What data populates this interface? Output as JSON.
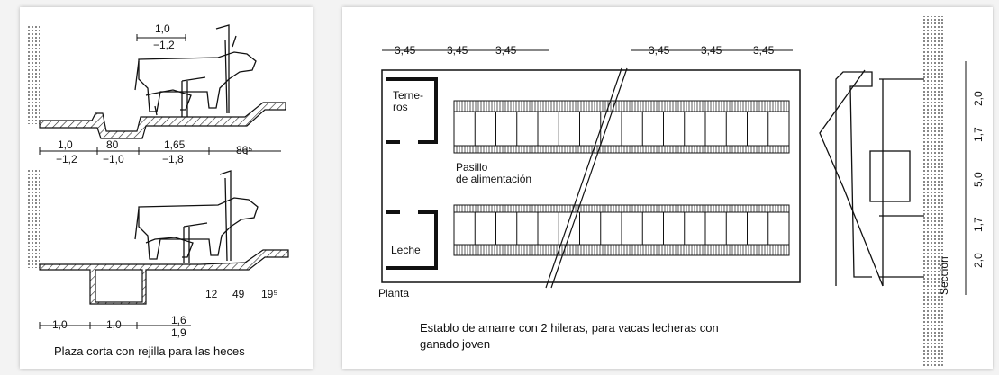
{
  "left": {
    "top_dims": [
      "1,0",
      "−1,2"
    ],
    "row1_dims": [
      "1,0",
      "−1,2",
      "80",
      "−1,0",
      "1,65",
      "−1,8",
      "86⁵"
    ],
    "row2_dims": [
      "12",
      "49",
      "19⁵"
    ],
    "row3_dims": [
      "1,0",
      "1,0",
      "1,6",
      "1,9"
    ],
    "caption": "Plaza corta con rejilla para las heces"
  },
  "right": {
    "plan_dims": [
      "3,45",
      "3,45",
      "3,45",
      "3,45",
      "3,45",
      "3,45"
    ],
    "room_terneros": "Terne-\nros",
    "room_leche": "Leche",
    "aisle_label": "Pasillo\nde alimentación",
    "plan_label": "Planta",
    "section_label": "Sección",
    "section_dims": [
      "2,0",
      "1,7",
      "5,0",
      "1,7",
      "2,0"
    ],
    "caption_line1": "Establo de amarre con 2 hileras, para vacas lecheras con",
    "caption_line2": "ganado joven"
  }
}
